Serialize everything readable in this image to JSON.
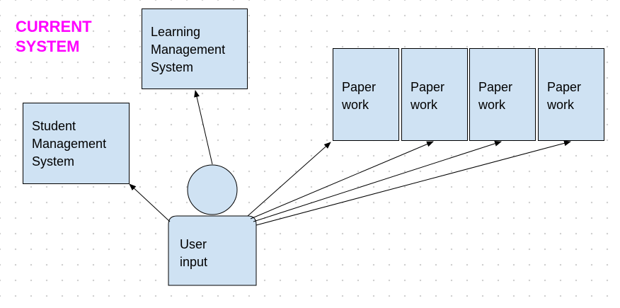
{
  "title": "CURRENT\nSYSTEM",
  "colors": {
    "title": "#ff00ff",
    "box_fill": "#cfe2f3",
    "stroke": "#000000"
  },
  "boxes": {
    "learning_management_system": "Learning\nManagement\nSystem",
    "student_management_system": "Student\nManagement\nSystem",
    "paperwork": [
      "Paper\nwork",
      "Paper\nwork",
      "Paper\nwork",
      "Paper\nwork"
    ]
  },
  "user": {
    "label": "User\ninput"
  }
}
